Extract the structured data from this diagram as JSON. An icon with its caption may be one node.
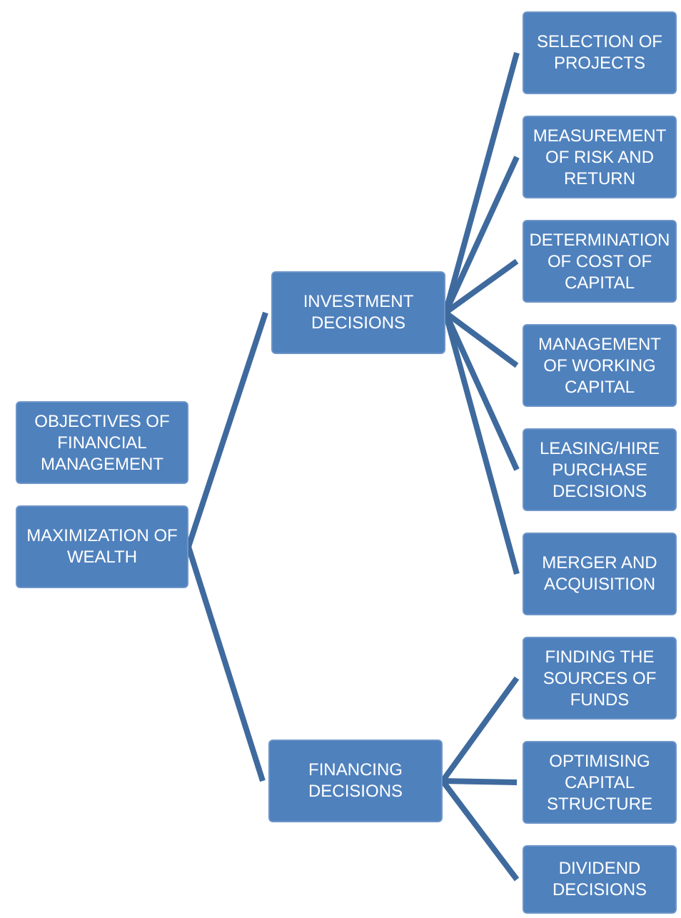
{
  "diagram": {
    "nodes": [
      {
        "text": [
          "OBJECTIVES OF FINANCIAL MANAGEMENT"
        ]
      },
      {
        "text": [
          "MAXIMIZATION OF WEALTH"
        ]
      },
      {
        "text": [
          "INVESTMENT DECISIONS"
        ]
      },
      {
        "text": [
          "SELECTION OF PROJECTS"
        ]
      },
      {
        "text": [
          "MEASUREMENT OF RISK AND RETURN"
        ]
      },
      {
        "text": [
          "DETERMINATION OF COST OF CAPITAL"
        ]
      },
      {
        "text": [
          "MANAGEMENT OF WORKING CAPITAL"
        ]
      },
      {
        "text": [
          "LEASING/HIRE PURCHASE DECISIONS"
        ]
      },
      {
        "text": [
          "MERGER AND ACQUISITION"
        ]
      },
      {
        "text": [
          "FINANCING DECISIONS"
        ]
      },
      {
        "text": [
          "FINDING THE SOURCES OF FUNDS"
        ]
      },
      {
        "text": [
          "OPTIMISING CAPITAL STRUCTURE"
        ]
      },
      {
        "text": [
          "DIVIDEND DECISIONS"
        ]
      }
    ],
    "edges": [
      {
        "from": 1,
        "to": 2,
        "arrow": "none"
      },
      {
        "from": 1,
        "to": 9,
        "arrow": "none"
      },
      {
        "from": 2,
        "to": 3,
        "arrow": "none"
      },
      {
        "from": 2,
        "to": 4,
        "arrow": "none"
      },
      {
        "from": 2,
        "to": 5,
        "arrow": "none"
      },
      {
        "from": 2,
        "to": 6,
        "arrow": "none"
      },
      {
        "from": 2,
        "to": 7,
        "arrow": "none"
      },
      {
        "from": 2,
        "to": 8,
        "arrow": "none"
      },
      {
        "from": 9,
        "to": 10,
        "arrow": "none"
      },
      {
        "from": 9,
        "to": 11,
        "arrow": "none"
      },
      {
        "from": 9,
        "to": 12,
        "arrow": "none"
      }
    ]
  }
}
